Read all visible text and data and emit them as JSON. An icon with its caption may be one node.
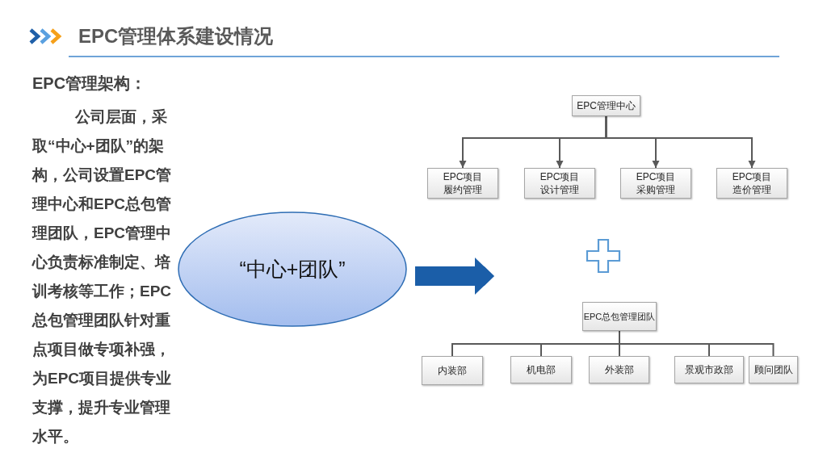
{
  "diagram": {
    "title": "EPC管理体系建设情况",
    "nodes": [
      {
        "text": [
          "“中心+团队”"
        ]
      },
      {
        "text": [
          "EPC管理中心"
        ]
      },
      {
        "text": [
          "EPC项目履约管理"
        ]
      },
      {
        "text": [
          "EPC项目设计管理"
        ]
      },
      {
        "text": [
          "EPC项目采购管理"
        ]
      },
      {
        "text": [
          "EPC项目造价管理"
        ]
      },
      {
        "text": [
          "EPC总包管理团队"
        ]
      },
      {
        "text": [
          "内装部"
        ]
      },
      {
        "text": [
          "机电部"
        ]
      },
      {
        "text": [
          "外装部"
        ]
      },
      {
        "text": [
          "景观市政部"
        ]
      },
      {
        "text": [
          "顾问团队"
        ]
      }
    ],
    "edges": [
      {
        "from": 0,
        "to": null,
        "arrow": "to",
        "style": "thick",
        "color": "#1b5ea8"
      },
      {
        "from": 1,
        "to": 2,
        "arrow": "to"
      },
      {
        "from": 1,
        "to": 3,
        "arrow": "to"
      },
      {
        "from": 1,
        "to": 4,
        "arrow": "to"
      },
      {
        "from": 1,
        "to": 5,
        "arrow": "to"
      },
      {
        "from": 6,
        "to": 7,
        "arrow": "none"
      },
      {
        "from": 6,
        "to": 8,
        "arrow": "none"
      },
      {
        "from": 6,
        "to": 9,
        "arrow": "none"
      },
      {
        "from": 6,
        "to": 10,
        "arrow": "none"
      },
      {
        "from": 6,
        "to": 11,
        "arrow": "none"
      }
    ],
    "labels": [
      "EPC管理架构：",
      "公司层面，采取“中心+团队”的架构，公司设置EPC管理中心和EPC总包管理团队，EPC管理中心负责标准制定、培训考核等工作；EPC总包管理团队针对重点项目做专项补强，为EPC项目提供专业支撑，提升专业管理水平。"
    ]
  }
}
